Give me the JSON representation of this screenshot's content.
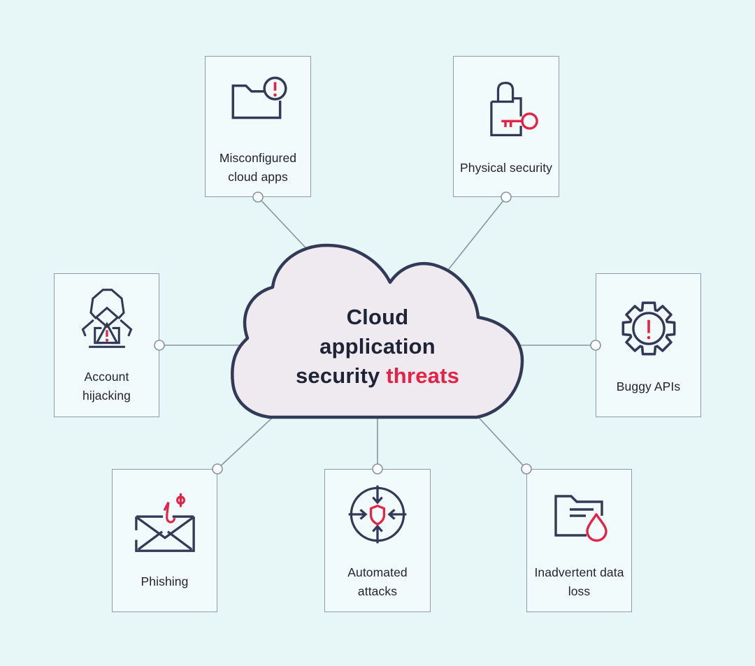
{
  "page": {
    "background_color": "#e7f7f8"
  },
  "cloud": {
    "title_line1": "Cloud",
    "title_line2": "application",
    "title_line3_word1": "security",
    "title_line3_word2": "threats",
    "fill_color": "#efe9f0",
    "border_color": "#333a57",
    "threat_word_color": "#e52346"
  },
  "threats": [
    {
      "label": "Misconfigured cloud apps",
      "icon": "folder-alert-icon"
    },
    {
      "label": "Physical security",
      "icon": "padlock-key-icon"
    },
    {
      "label": "Account hijacking",
      "icon": "hooded-hacker-icon"
    },
    {
      "label": "Buggy APIs",
      "icon": "gear-alert-icon"
    },
    {
      "label": "Phishing",
      "icon": "fishing-hook-envelope-icon"
    },
    {
      "label": "Automated attacks",
      "icon": "inward-arrows-shield-icon"
    },
    {
      "label": "Inadvertent data loss",
      "icon": "folder-droplet-icon"
    }
  ],
  "colors": {
    "icon_navy": "#333a57",
    "icon_red": "#e52346",
    "box_border": "#8f9aa4",
    "box_background": "#f1fbfc",
    "connector_gray": "#8a939e",
    "label_text": "#21252e"
  }
}
